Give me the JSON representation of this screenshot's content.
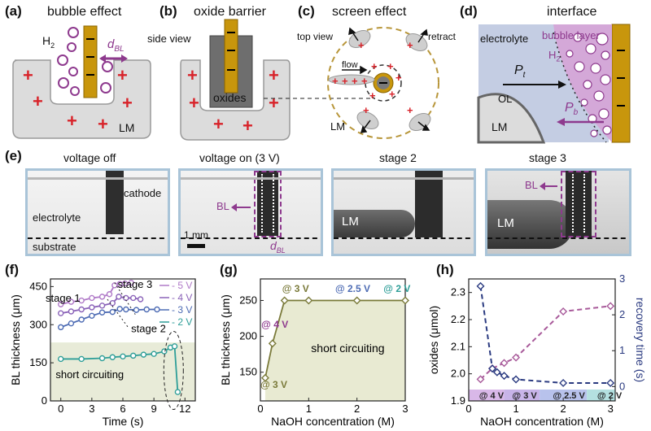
{
  "figure": {
    "panels": [
      {
        "letter": "(a)",
        "title": "bubble effect"
      },
      {
        "letter": "(b)",
        "title": "oxide barrier"
      },
      {
        "letter": "(c)",
        "title": "screen effect"
      },
      {
        "letter": "(d)",
        "title": "interface"
      },
      {
        "letter": "(e)"
      },
      {
        "letter": "(f)"
      },
      {
        "letter": "(g)"
      },
      {
        "letter": "(h)"
      }
    ],
    "a": {
      "h2": "H",
      "h2_sub": "2",
      "dbl": "d",
      "dbl_sub": "BL",
      "lm": "LM"
    },
    "b": {
      "side_view": "side view",
      "oxides": "oxides"
    },
    "c": {
      "top_view": "top view",
      "retract": "retract",
      "flow": "flow",
      "lm": "LM"
    },
    "d": {
      "electrolyte": "electrolyte",
      "bubble_layer": "bubble layer",
      "h2": "H",
      "h2_sub": "2",
      "pt": "P",
      "pt_sub": "t",
      "pb": "P",
      "pb_sub": "b",
      "ol": "OL",
      "lm": "LM"
    },
    "e": {
      "photo_titles": [
        "voltage off",
        "voltage on (3 V)",
        "stage 2",
        "stage 3"
      ],
      "cathode": "cathode",
      "electrolyte": "electrolyte",
      "substrate": "substrate",
      "bl": "BL",
      "scale": "1 mm",
      "dbl": "d",
      "dbl_sub": "BL",
      "lm": "LM"
    },
    "colors": {
      "purple": "#8e3a8e",
      "gold": "#c8960c",
      "photo_border": "#a9c4d8",
      "red": "#d8232a"
    }
  },
  "chart_data": [
    {
      "panel": "f",
      "type": "line",
      "xlabel": "Time (s)",
      "ylabel": "BL thickness (μm)",
      "xlim": [
        -1,
        13
      ],
      "ylim": [
        0,
        480
      ],
      "xticks": [
        0,
        3,
        6,
        9,
        12
      ],
      "yticks": [
        0,
        150,
        300,
        450
      ],
      "grid": false,
      "legend_position": "top-right",
      "annotations": [
        "stage 1",
        "stage 3",
        "stage 2",
        "short circuiting"
      ],
      "series": [
        {
          "name": "5 V",
          "color": "#b07ac8",
          "x": [
            0,
            1,
            2,
            3,
            4,
            4.7,
            5.2,
            5.7,
            6.2,
            6.8
          ],
          "y": [
            380,
            390,
            395,
            405,
            410,
            420,
            455,
            460,
            462,
            465
          ]
        },
        {
          "name": "4 V",
          "color": "#8a62b8",
          "x": [
            0,
            1,
            2,
            3,
            4,
            5,
            5.6,
            6.3,
            7,
            7.7
          ],
          "y": [
            345,
            352,
            360,
            368,
            375,
            385,
            410,
            405,
            405,
            400
          ]
        },
        {
          "name": "3 V",
          "color": "#4e6cb4",
          "x": [
            0,
            1,
            2,
            3,
            4,
            5,
            5.7,
            6.3,
            7.3,
            8.3,
            9.3
          ],
          "y": [
            290,
            305,
            320,
            335,
            348,
            350,
            362,
            360,
            358,
            360,
            360
          ]
        },
        {
          "name": "2 V",
          "color": "#2e9e98",
          "x": [
            0,
            2,
            4,
            5,
            6,
            7,
            8,
            9,
            10,
            10.6,
            11,
            11.3
          ],
          "y": [
            165,
            165,
            168,
            172,
            175,
            178,
            182,
            185,
            195,
            210,
            215,
            35
          ]
        }
      ]
    },
    {
      "panel": "g",
      "type": "line",
      "xlabel": "NaOH concentration (M)",
      "ylabel": "BL thickness (μm)",
      "xlim": [
        0,
        3
      ],
      "ylim": [
        110,
        280
      ],
      "xticks": [
        0,
        1,
        2,
        3
      ],
      "yticks": [
        150,
        200,
        250
      ],
      "grid": false,
      "annotations": [
        "@ 3 V",
        "@ 2.5 V",
        "@ 2 V",
        "@ 4 V",
        "@ 3 V",
        "short circuiting"
      ],
      "series": [
        {
          "name": "",
          "color": "#7a7a3a",
          "x": [
            0.1,
            0.25,
            0.5,
            1,
            2,
            3
          ],
          "y": [
            142,
            190,
            250,
            250,
            250,
            250
          ]
        }
      ]
    },
    {
      "panel": "h",
      "type": "line",
      "xlabel": "NaOH concentration (M)",
      "ylabel": "oxides (μmol)",
      "ylabel_right": "recovery time (s)",
      "xlim": [
        0,
        3.1
      ],
      "ylim": [
        1.9,
        2.35
      ],
      "ylim_right": [
        -0.4,
        3
      ],
      "xticks": [
        0,
        1,
        2,
        3
      ],
      "yticks": [
        1.9,
        2.0,
        2.1,
        2.2,
        2.3
      ],
      "yticks_right": [
        0,
        1,
        2,
        3
      ],
      "grid": false,
      "band_labels": [
        "@ 4 V",
        "@ 3 V",
        "@ 2.5 V",
        "@ 2 V"
      ],
      "series": [
        {
          "name": "oxides",
          "axis": "left",
          "color": "#a85a9a",
          "x": [
            0.25,
            0.5,
            0.75,
            1,
            2,
            3
          ],
          "y": [
            1.98,
            2.02,
            2.04,
            2.06,
            2.23,
            2.25
          ]
        },
        {
          "name": "recovery time",
          "axis": "right",
          "color": "#2a3a80",
          "x": [
            0.25,
            0.5,
            0.6,
            0.75,
            1,
            2,
            3
          ],
          "y": [
            2.8,
            0.5,
            0.4,
            0.3,
            0.2,
            0.1,
            0.1
          ]
        }
      ]
    }
  ]
}
